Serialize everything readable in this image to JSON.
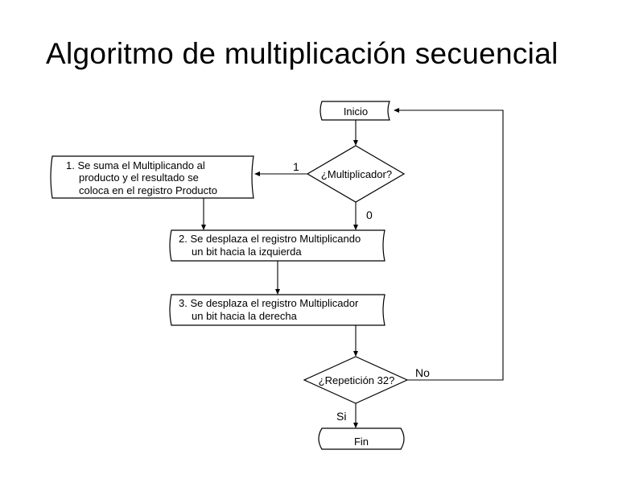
{
  "title": "Algoritmo de multiplicación secuencial",
  "nodes": {
    "inicio": "Inicio",
    "decision_multiplicador": "¿Multiplicador?",
    "step1": [
      "1. Se suma el Multiplicando al",
      "producto y el resultado se",
      "coloca en el registro Producto"
    ],
    "step2": [
      "2. Se desplaza el registro Multiplicando",
      "un bit hacia la izquierda"
    ],
    "step3": [
      "3. Se desplaza el registro Multiplicador",
      "un bit hacia la derecha"
    ],
    "decision_repeticion": "¿Repetición 32?",
    "fin": "Fin"
  },
  "edge_labels": {
    "one": "1",
    "zero": "0",
    "no": "No",
    "si": "Si"
  }
}
